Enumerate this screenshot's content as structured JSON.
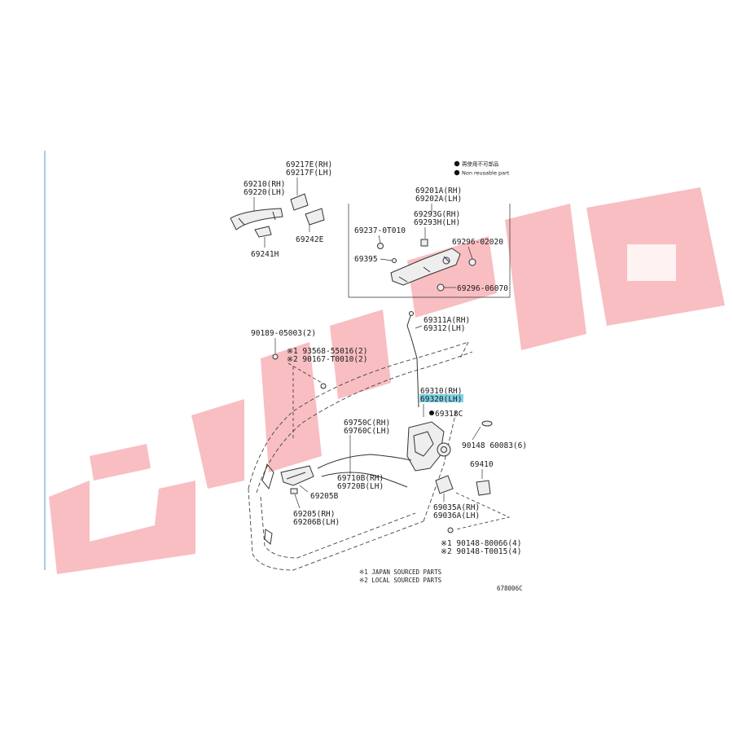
{
  "legend": {
    "reusable": "再使用不可部品",
    "non_reusable": "Non reusable part"
  },
  "parts": {
    "p69217": [
      "69217E(RH)",
      "69217F(LH)"
    ],
    "p69210": [
      "69210(RH)",
      "69220(LH)"
    ],
    "p69242": "69242E",
    "p69241": "69241H",
    "p69201": [
      "69201A(RH)",
      "69202A(LH)"
    ],
    "p69293": [
      "69293G(RH)",
      "69293H(LH)"
    ],
    "p69237": "69237-0T010",
    "p69296a": "69296-02020",
    "p69395": "69395",
    "p69296b": "69296-06070",
    "p69311": [
      "69311A(RH)",
      "69312(LH)"
    ],
    "p90189": "90189-05003(2)",
    "p93568": [
      "※1 93568-55016(2)",
      "※2 90167-T0010(2)"
    ],
    "p69310": [
      "69310(RH)",
      "69320(LH)"
    ],
    "p69318": "69318C",
    "p69750": [
      "69750C(RH)",
      "69760C(LH)"
    ],
    "p90148a": "90148 60083(6)",
    "p69410": "69410",
    "p69710": [
      "69710B(RH)",
      "69720B(LH)"
    ],
    "p69205b": "69205B",
    "p69205": [
      "69205(RH)",
      "69206B(LH)"
    ],
    "p69035": [
      "69035A(RH)",
      "69036A(LH)"
    ],
    "p90148b": [
      "※1 90148-80066(4)",
      "※2 90148-T0015(4)"
    ]
  },
  "footnotes": [
    "※1 JAPAN SOURCED PARTS",
    "※2 LOCAL SOURCED PARTS"
  ],
  "diagram_code": "678006C",
  "colors": {
    "watermark": "#f2888e",
    "highlight": "#7fd3e6"
  }
}
